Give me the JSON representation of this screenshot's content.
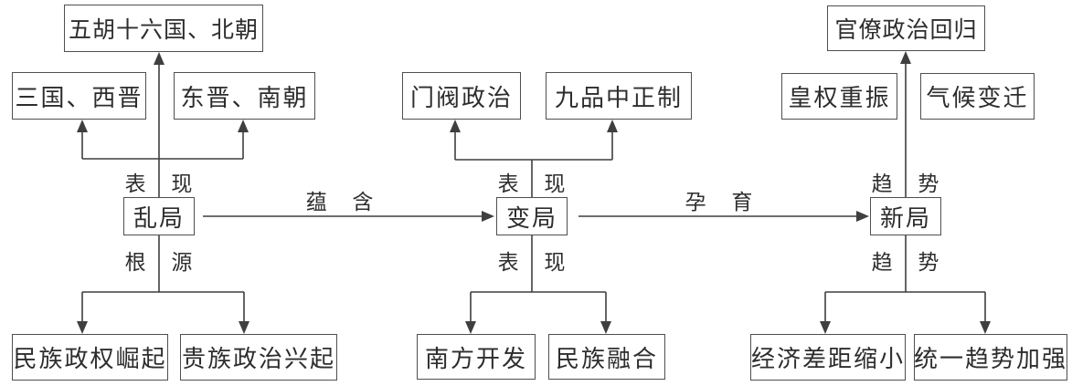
{
  "diagram": {
    "title_semantic": "魏晋南北朝时期 乱局-变局-新局 结构图",
    "colors": {
      "background": "#ffffff",
      "line": "#3f3f3f",
      "border": "#4f4f4f",
      "text": "#2d2d2d"
    },
    "nodes": {
      "wuhu_beichao": {
        "label": "五胡十六国、北朝"
      },
      "sanguo_xijin": {
        "label": "三国、西晋"
      },
      "dongjin_nanchao": {
        "label": "东晋、南朝"
      },
      "luanju": {
        "label": "乱局"
      },
      "minzu_zhengquan": {
        "label": "民族政权崛起"
      },
      "guizu_zhengzhi": {
        "label": "贵族政治兴起"
      },
      "menfa_zhengzhi": {
        "label": "门阀政治"
      },
      "jiupin_zhongzheng": {
        "label": "九品中正制"
      },
      "bianju": {
        "label": "变局"
      },
      "nanfang_kaifa": {
        "label": "南方开发"
      },
      "minzu_ronghe": {
        "label": "民族融合"
      },
      "guanliao_huigui": {
        "label": "官僚政治回归"
      },
      "huangquan_zhongzhen": {
        "label": "皇权重振"
      },
      "qihou_bianqian": {
        "label": "气候变迁"
      },
      "xinju": {
        "label": "新局"
      },
      "jingji_chaju": {
        "label": "经济差距缩小"
      },
      "tongyi_qushi": {
        "label": "统一趋势加强"
      }
    },
    "edge_labels": {
      "luanju_top": "表 现",
      "luanju_bottom": "根 源",
      "bianju_top": "表 现",
      "bianju_bottom": "表 现",
      "xinju_top": "趋 势",
      "xinju_bottom": "趋 势",
      "luanju_to_bianju": "蕴 含",
      "bianju_to_xinju": "孕 育"
    }
  }
}
